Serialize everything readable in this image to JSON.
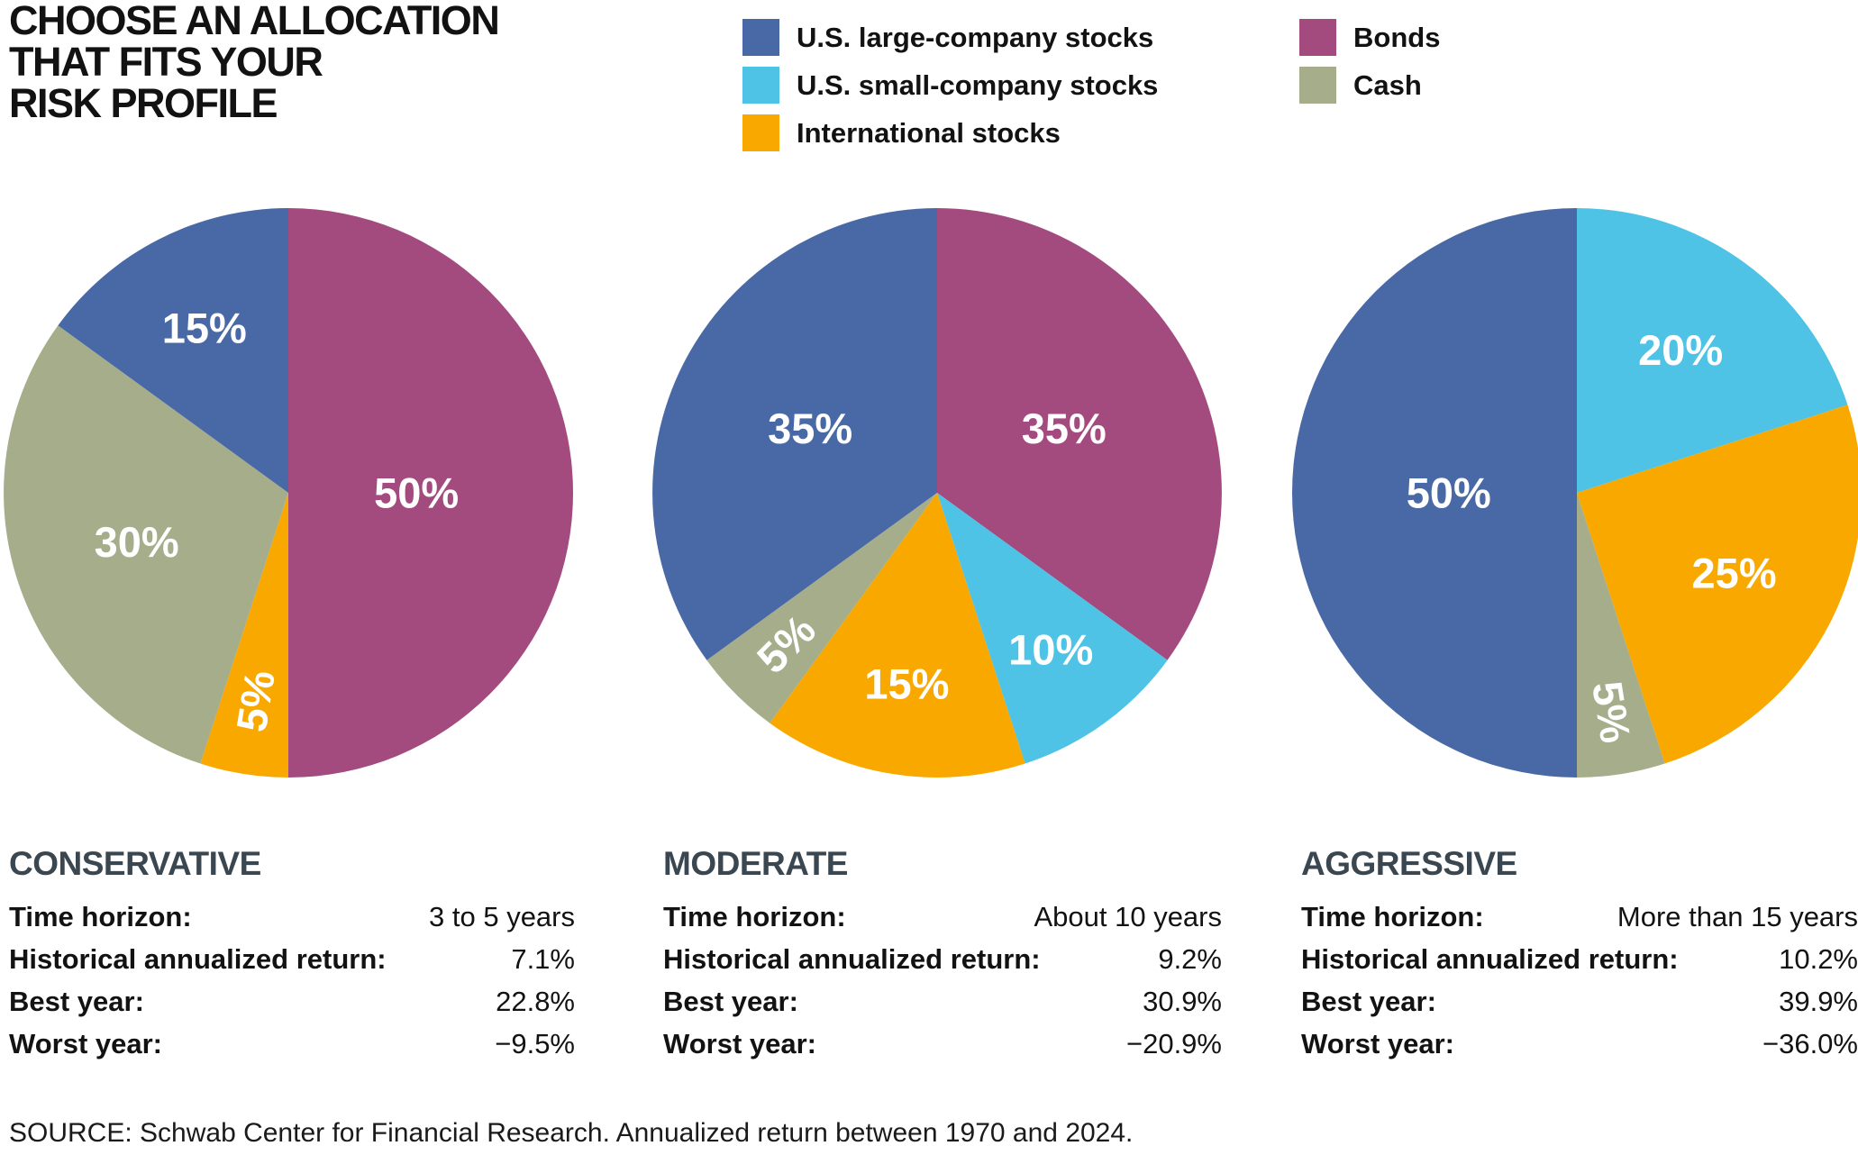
{
  "title": "CHOOSE AN ALLOCATION\nTHAT FITS YOUR\nRISK PROFILE",
  "colors": {
    "large": "#4868a6",
    "small": "#4fc3e5",
    "international": "#f9a800",
    "bonds": "#a34a7e",
    "cash": "#a5ad8b"
  },
  "text_color": "#121212",
  "heading_color": "#3b4750",
  "legend": {
    "columns": [
      [
        {
          "key": "large",
          "label": "U.S. large-company stocks"
        },
        {
          "key": "small",
          "label": "U.S. small-company stocks"
        },
        {
          "key": "international",
          "label": "International stocks"
        }
      ],
      [
        {
          "key": "bonds",
          "label": "Bonds"
        },
        {
          "key": "cash",
          "label": "Cash"
        }
      ]
    ]
  },
  "chart_data": [
    {
      "type": "pie",
      "name": "Conservative",
      "heading": "CONSERVATIVE",
      "legend_position": "top",
      "grid": false,
      "slices": [
        {
          "asset": "Bonds",
          "key": "bonds",
          "value": 50,
          "label": "50%",
          "label_radius": 0.45,
          "label_rotation": 0
        },
        {
          "asset": "International stocks",
          "key": "international",
          "value": 5,
          "label": "5%",
          "label_radius": 0.74,
          "label_rotation": -81
        },
        {
          "asset": "Cash",
          "key": "cash",
          "value": 30,
          "label": "30%",
          "label_radius": 0.56,
          "label_rotation": 0
        },
        {
          "asset": "U.S. large-company stocks",
          "key": "large",
          "value": 15,
          "label": "15%",
          "label_radius": 0.65,
          "label_rotation": 0
        }
      ],
      "stats": [
        {
          "label": "Time horizon:",
          "value": "3 to 5 years"
        },
        {
          "label": "Historical annualized return:",
          "value": "7.1%"
        },
        {
          "label": "Best year:",
          "value": "22.8%"
        },
        {
          "label": "Worst year:",
          "value": "−9.5%"
        }
      ]
    },
    {
      "type": "pie",
      "name": "Moderate",
      "heading": "MODERATE",
      "legend_position": "top",
      "grid": false,
      "slices": [
        {
          "asset": "Bonds",
          "key": "bonds",
          "value": 35,
          "label": "35%",
          "label_radius": 0.5,
          "label_rotation": 0
        },
        {
          "asset": "U.S. small-company stocks",
          "key": "small",
          "value": 10,
          "label": "10%",
          "label_radius": 0.68,
          "label_rotation": 0
        },
        {
          "asset": "International stocks",
          "key": "international",
          "value": 15,
          "label": "15%",
          "label_radius": 0.68,
          "label_rotation": 0
        },
        {
          "asset": "Cash",
          "key": "cash",
          "value": 5,
          "label": "5%",
          "label_radius": 0.75,
          "label_rotation": -45
        },
        {
          "asset": "U.S. large-company stocks",
          "key": "large",
          "value": 35,
          "label": "35%",
          "label_radius": 0.5,
          "label_rotation": 0
        }
      ],
      "stats": [
        {
          "label": "Time horizon:",
          "value": "About 10 years"
        },
        {
          "label": "Historical annualized return:",
          "value": "9.2%"
        },
        {
          "label": "Best year:",
          "value": "30.9%"
        },
        {
          "label": "Worst year:",
          "value": "−20.9%"
        }
      ]
    },
    {
      "type": "pie",
      "name": "Aggressive",
      "heading": "AGGRESSIVE",
      "legend_position": "top",
      "grid": false,
      "slices": [
        {
          "asset": "U.S. small-company stocks",
          "key": "small",
          "value": 20,
          "label": "20%",
          "label_radius": 0.62,
          "label_rotation": 0
        },
        {
          "asset": "International stocks",
          "key": "international",
          "value": 25,
          "label": "25%",
          "label_radius": 0.62,
          "label_rotation": 0
        },
        {
          "asset": "Cash",
          "key": "cash",
          "value": 5,
          "label": "5%",
          "label_radius": 0.78,
          "label_rotation": 81
        },
        {
          "asset": "U.S. large-company stocks",
          "key": "large",
          "value": 50,
          "label": "50%",
          "label_radius": 0.45,
          "label_rotation": 0
        }
      ],
      "stats": [
        {
          "label": "Time horizon:",
          "value": "More than 15 years"
        },
        {
          "label": "Historical annualized return:",
          "value": "10.2%"
        },
        {
          "label": "Best year:",
          "value": "39.9%"
        },
        {
          "label": "Worst year:",
          "value": "−36.0%"
        }
      ]
    }
  ],
  "source": "SOURCE: Schwab Center for Financial Research. Annualized return between 1970 and 2024."
}
